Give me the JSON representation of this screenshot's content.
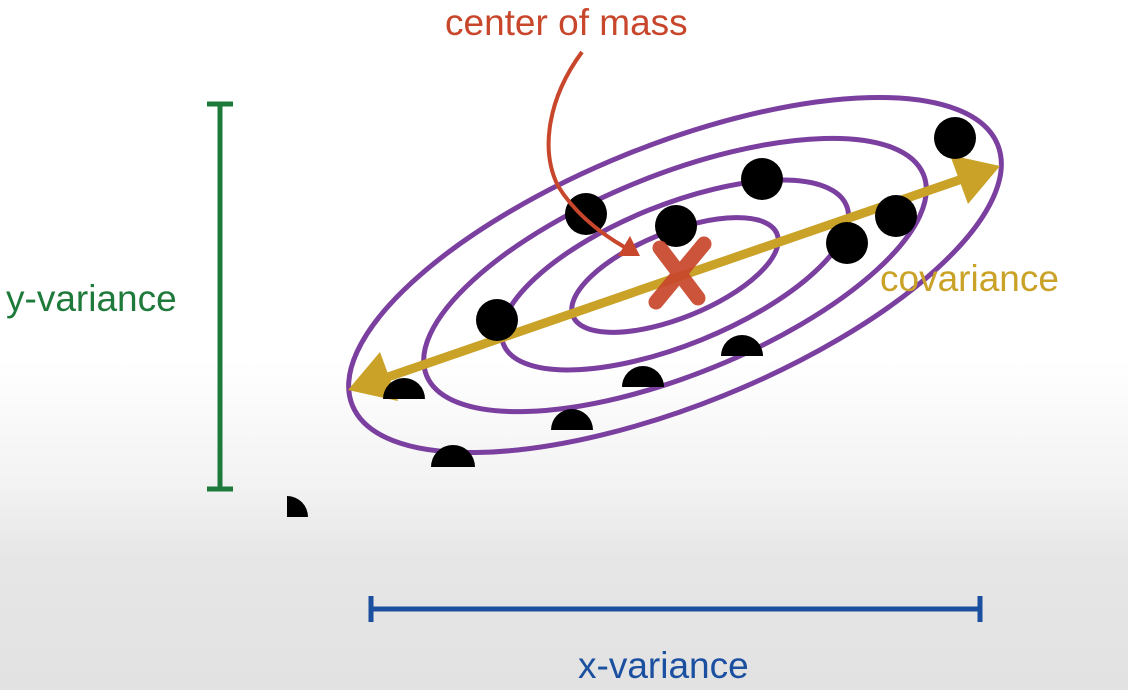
{
  "labels": {
    "center_of_mass": "center of mass",
    "covariance": "covariance",
    "y_variance": "y-variance",
    "x_variance": "x-variance"
  },
  "colors": {
    "center_of_mass": "#c8462b",
    "covariance": "#c9a227",
    "y_variance": "#1e7a3a",
    "x_variance": "#1b4fa0",
    "ellipses": "#7b3fa0",
    "points": "#000000"
  },
  "icons": {
    "center_marker": "x-mark-icon",
    "covariance_axis": "double-headed-arrow-icon"
  }
}
